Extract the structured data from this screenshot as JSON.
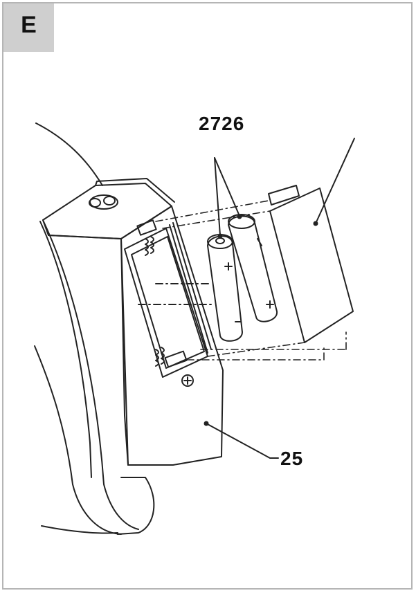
{
  "figure": {
    "section_letter": "E",
    "callouts": [
      {
        "id": "batteries",
        "label": "2726"
      },
      {
        "id": "housing",
        "label": "25"
      }
    ]
  },
  "colors": {
    "frame": "#b5b5b5",
    "tag_background": "#cfcfcf",
    "line": "#222222"
  },
  "icons": [
    "plus-sign-icon",
    "battery-icon",
    "battery-cover-icon",
    "spring-contact-icon"
  ]
}
